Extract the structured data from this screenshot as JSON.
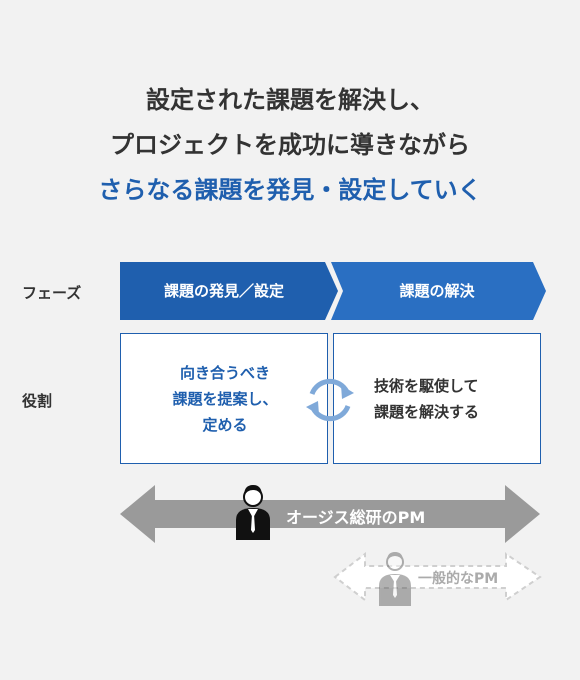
{
  "headline": {
    "line1": "設定された課題を解決し、",
    "line2": "プロジェクトを成功に導きながら",
    "line3": "さらなる課題を発見・設定していく"
  },
  "labels": {
    "phase": "フェーズ",
    "role": "役割"
  },
  "phases": [
    {
      "label": "課題の発見／設定"
    },
    {
      "label": "課題の解決"
    }
  ],
  "roles": {
    "left": [
      "向き合うべき",
      "課題を提案し、",
      "定める"
    ],
    "right": [
      "技術を駆使して",
      "課題を解決する"
    ]
  },
  "bands": {
    "aegis": "オージス総研のPM",
    "general": "一般的なPM"
  },
  "colors": {
    "accent": "#1f5fae",
    "phase2": "#2a6fc2",
    "text": "#333333",
    "band": "#9a9a9a",
    "band_light": "#d2d2d2",
    "cycle": "#7fa9d9"
  },
  "icons": {
    "cycle": "refresh-cycle-icon",
    "person": "businessperson-icon"
  }
}
